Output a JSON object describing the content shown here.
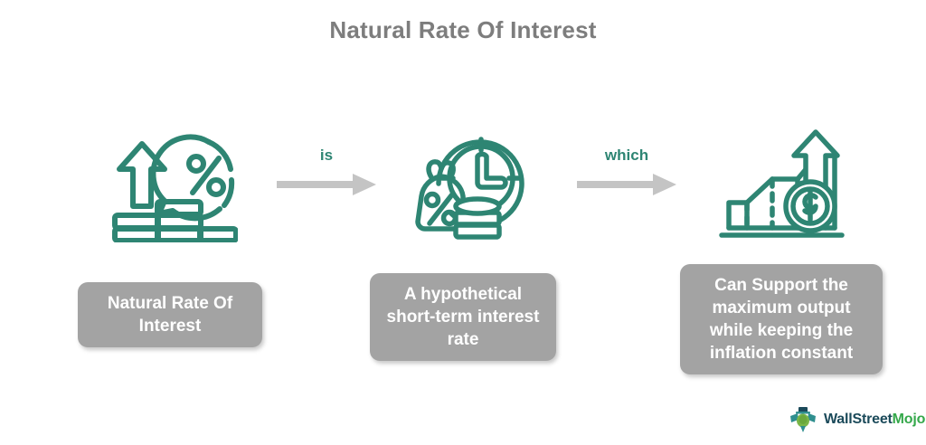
{
  "page": {
    "title": "Natural Rate Of Interest",
    "background_color": "#ffffff",
    "title_color": "#7d7d7d",
    "accent_color": "#2e8573",
    "box_color": "#a3a3a3",
    "box_text_color": "#ffffff"
  },
  "flow": {
    "type": "three-step-horizontal-flow",
    "stages": [
      {
        "icon_name": "growth-arrow-percent-coins-icon",
        "label": "Natural Rate Of Interest",
        "label_lines": [
          "Natural Rate",
          "Of Interest"
        ]
      },
      {
        "icon_name": "clock-money-bag-percent-coins-icon",
        "label": "A hypothetical short-term interest rate",
        "label_lines": [
          "A hypothetical",
          "short-term",
          "interest rate"
        ]
      },
      {
        "icon_name": "bar-chart-growth-dollar-coin-icon",
        "label": "Can Support the maximum output while keeping the inflation constant",
        "label_lines": [
          "Can Support the",
          "maximum output",
          "while keeping the",
          "inflation constant"
        ]
      }
    ],
    "connectors": [
      {
        "label": "is",
        "icon_name": "arrow-right-icon"
      },
      {
        "label": "which",
        "icon_name": "arrow-right-icon"
      }
    ]
  },
  "logo": {
    "icon_name": "wallstreetmojo-mascot-icon",
    "text_primary": "WallStreet",
    "text_secondary": "Mojo",
    "color_primary": "#1b4a5a",
    "color_secondary": "#35a84b"
  }
}
